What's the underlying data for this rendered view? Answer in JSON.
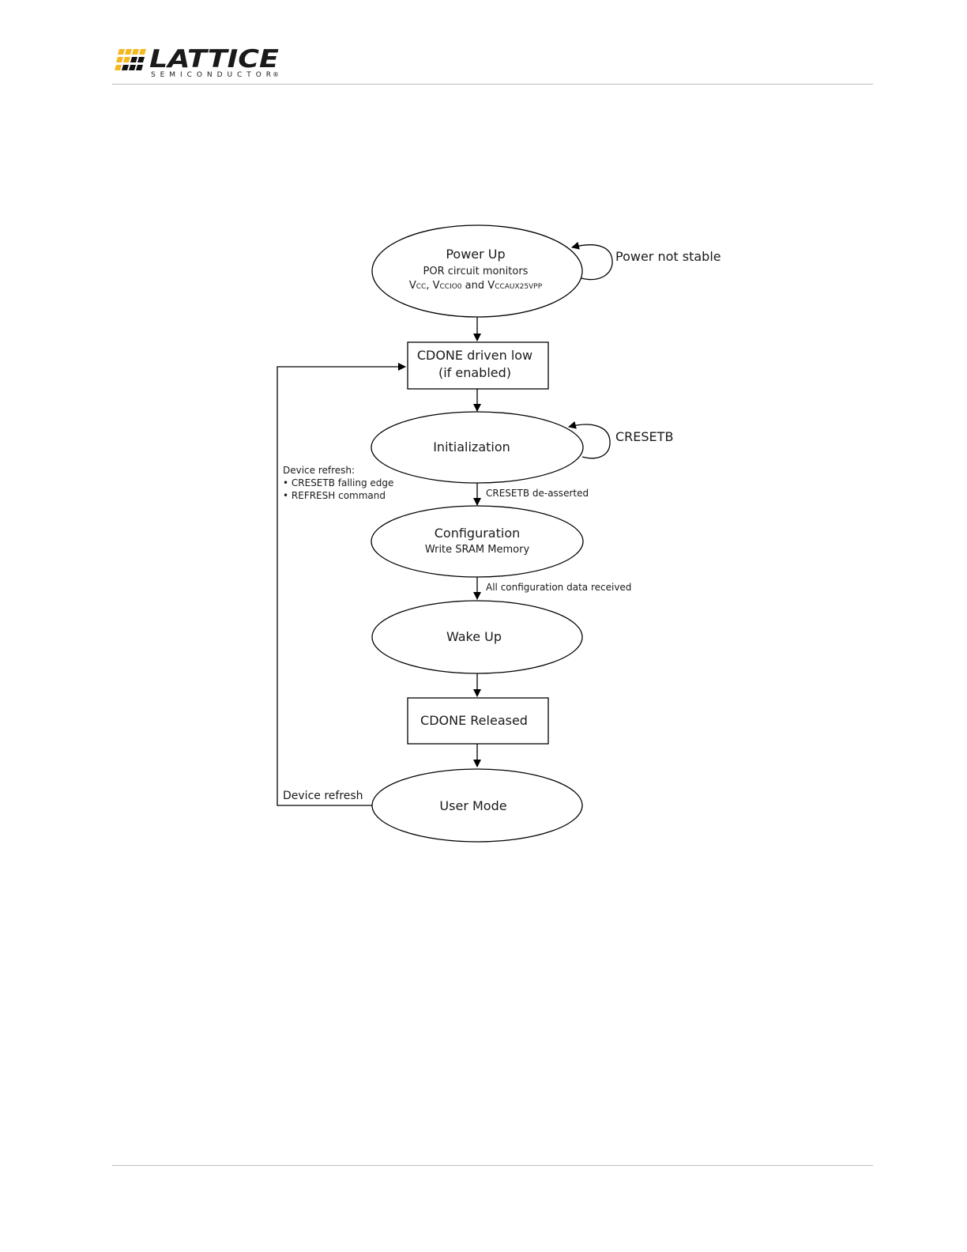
{
  "header": {
    "logo_wordmark": "LATTICE",
    "logo_subtext": "SEMICONDUCTOR",
    "logo_mark": "®",
    "brand_color": "#f5b820"
  },
  "diagram": {
    "power_up": {
      "title": "Power Up",
      "line2": "POR circuit monitors",
      "line3": {
        "v1": "V",
        "v1_sub": "CC",
        "sep1": ", ",
        "v2": "V",
        "v2_sub": "CCIO0",
        "sep2": " and ",
        "v3": "V",
        "v3_sub": "CCAUX25VPP"
      }
    },
    "power_loop_label": "Power not stable",
    "cdone_low": {
      "line1": "CDONE driven low",
      "line2": "(if enabled)"
    },
    "initialization": "Initialization",
    "creset_loop_label": "CRESETB",
    "refresh_note": {
      "title": "Device refresh:",
      "items": [
        "• CRESETB falling edge",
        "• REFRESH command"
      ]
    },
    "deasserted_label": "CRESETB de-asserted",
    "configuration": {
      "title": "Configuration",
      "subtitle": "Write SRAM Memory"
    },
    "data_received_label": "All configuration data received",
    "wake_up": "Wake Up",
    "cdone_released": "CDONE Released",
    "user_mode": "User Mode",
    "device_refresh_label": "Device refresh"
  }
}
